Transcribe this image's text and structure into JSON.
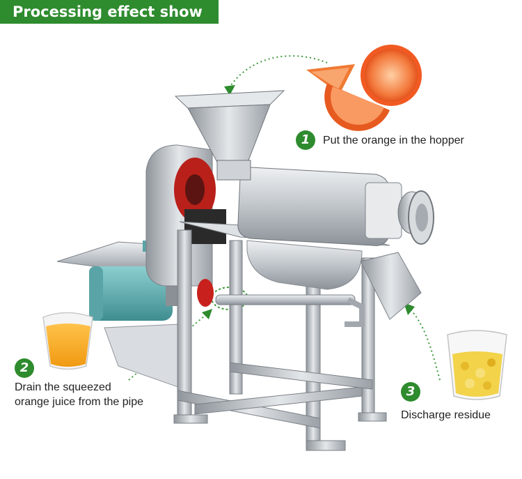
{
  "banner": {
    "title": "Processing effect show"
  },
  "steps": [
    {
      "number": "1",
      "text": "Put the orange in the hopper"
    },
    {
      "number": "2",
      "line1": "Drain the squeezed",
      "line2": "orange juice from the pipe"
    },
    {
      "number": "3",
      "text": "Discharge residue"
    }
  ],
  "colors": {
    "brand_green": "#2e8b2e",
    "steel": "#c9ced3",
    "orange": "#f26b2a",
    "motor": "#67b3b5",
    "pulley": "#c8201c",
    "juice": "#f4a825",
    "residue": "#f2d34a"
  }
}
